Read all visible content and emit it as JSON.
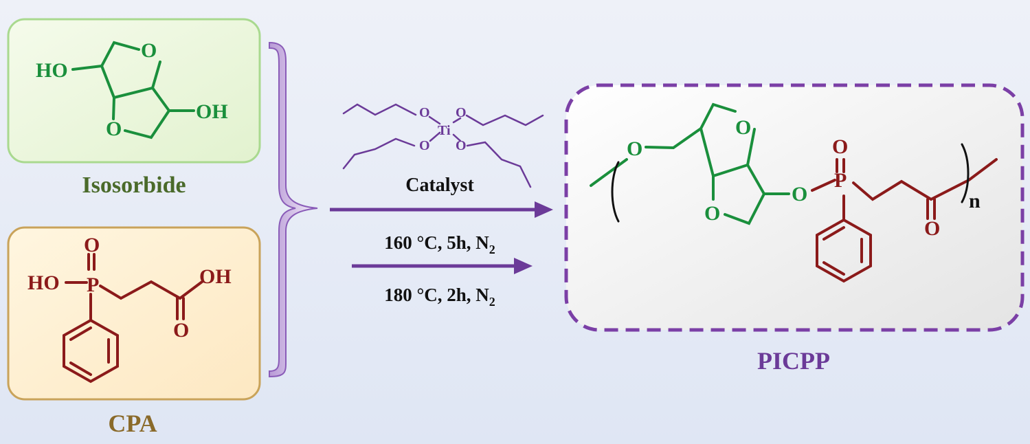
{
  "reactants": {
    "isosorbide": {
      "name": "Isosorbide",
      "atoms": {
        "ho": "HO",
        "oh": "OH",
        "o_ring_top": "O",
        "o_ring_bottom": "O"
      }
    },
    "cpa": {
      "name": "CPA",
      "atoms": {
        "p_oxo": "O",
        "ho": "HO",
        "p": "P",
        "oh": "OH",
        "carbonyl_o": "O"
      }
    }
  },
  "catalyst": {
    "label": "Catalyst",
    "atoms": {
      "ti": "Ti",
      "o1": "O",
      "o2": "O",
      "o3": "O",
      "o4": "O"
    }
  },
  "conditions": {
    "step1": {
      "text": "160 °C, 5h, N",
      "sub": "2"
    },
    "step2": {
      "text": "180 °C, 2h, N",
      "sub": "2"
    }
  },
  "product": {
    "name": "PICPP",
    "atoms": {
      "o_link_left": "O",
      "o_ring_top": "O",
      "o_ring_bottom": "O",
      "o_link_right": "O",
      "p_oxo": "O",
      "p": "P",
      "carbonyl_o": "O",
      "n": "n"
    }
  },
  "colors": {
    "isosorbide": "#1a8f3c",
    "cpa": "#8b1a1a",
    "purple": "#6b3a98",
    "isosorbide_label": "#4a6a2a",
    "cpa_label": "#8a6a2a",
    "black": "#111111"
  }
}
